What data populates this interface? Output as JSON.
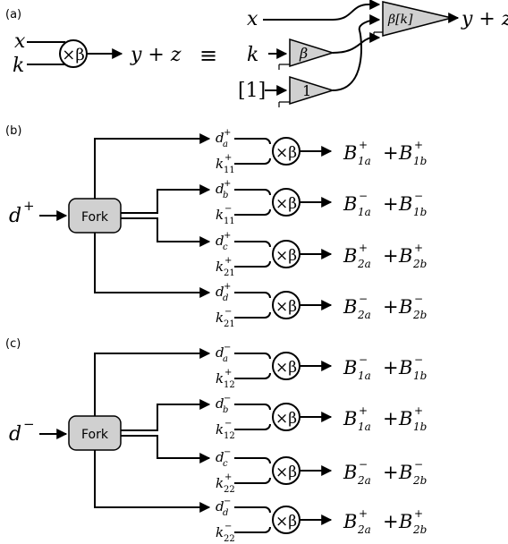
{
  "panel_a": {
    "label": "(a)",
    "in_x": "x",
    "in_k": "k",
    "mult_symbol": "×β",
    "output": "y + z",
    "equiv": "≡",
    "rhs_x": "x",
    "rhs_k": "k",
    "rhs_one": "[1]",
    "tri_beta": "β",
    "tri_one": "1",
    "tri_big": "β[k]",
    "rhs_output": "y + z"
  },
  "panel_b": {
    "label": "(b)",
    "input": "d",
    "input_sign": "+",
    "fork": "Fork",
    "rows": [
      {
        "d": "d",
        "d_sub": "a",
        "d_sup": "+",
        "k": "k",
        "k_sub": "11",
        "k_sup": "+",
        "mult": "×β",
        "t1": "B",
        "t1_sub": "1a",
        "t1_sup": "+",
        "plus": "+",
        "t2": "B",
        "t2_sub": "1b",
        "t2_sup": "+"
      },
      {
        "d": "d",
        "d_sub": "b",
        "d_sup": "+",
        "k": "k",
        "k_sub": "11",
        "k_sup": "−",
        "mult": "×β",
        "t1": "B",
        "t1_sub": "1a",
        "t1_sup": "−",
        "plus": "+",
        "t2": "B",
        "t2_sub": "1b",
        "t2_sup": "−"
      },
      {
        "d": "d",
        "d_sub": "c",
        "d_sup": "+",
        "k": "k",
        "k_sub": "21",
        "k_sup": "+",
        "mult": "×β",
        "t1": "B",
        "t1_sub": "2a",
        "t1_sup": "+",
        "plus": "+",
        "t2": "B",
        "t2_sub": "2b",
        "t2_sup": "+"
      },
      {
        "d": "d",
        "d_sub": "d",
        "d_sup": "+",
        "k": "k",
        "k_sub": "21",
        "k_sup": "−",
        "mult": "×β",
        "t1": "B",
        "t1_sub": "2a",
        "t1_sup": "−",
        "plus": "+",
        "t2": "B",
        "t2_sub": "2b",
        "t2_sup": "−"
      }
    ]
  },
  "panel_c": {
    "label": "(c)",
    "input": "d",
    "input_sign": "−",
    "fork": "Fork",
    "rows": [
      {
        "d": "d",
        "d_sub": "a",
        "d_sup": "−",
        "k": "k",
        "k_sub": "12",
        "k_sup": "+",
        "mult": "×β",
        "t1": "B",
        "t1_sub": "1a",
        "t1_sup": "−",
        "plus": "+",
        "t2": "B",
        "t2_sub": "1b",
        "t2_sup": "−"
      },
      {
        "d": "d",
        "d_sub": "b",
        "d_sup": "−",
        "k": "k",
        "k_sub": "12",
        "k_sup": "−",
        "mult": "×β",
        "t1": "B",
        "t1_sub": "1a",
        "t1_sup": "+",
        "plus": "+",
        "t2": "B",
        "t2_sub": "1b",
        "t2_sup": "+"
      },
      {
        "d": "d",
        "d_sub": "c",
        "d_sup": "−",
        "k": "k",
        "k_sub": "22",
        "k_sup": "+",
        "mult": "×β",
        "t1": "B",
        "t1_sub": "2a",
        "t1_sup": "−",
        "plus": "+",
        "t2": "B",
        "t2_sub": "2b",
        "t2_sup": "−"
      },
      {
        "d": "d",
        "d_sub": "d",
        "d_sup": "−",
        "k": "k",
        "k_sub": "22",
        "k_sup": "−",
        "mult": "×β",
        "t1": "B",
        "t1_sub": "2a",
        "t1_sup": "+",
        "plus": "+",
        "t2": "B",
        "t2_sub": "2b",
        "t2_sup": "+"
      }
    ]
  },
  "colors": {
    "fill_gray": "#d0d0d0",
    "stroke": "#000000"
  }
}
